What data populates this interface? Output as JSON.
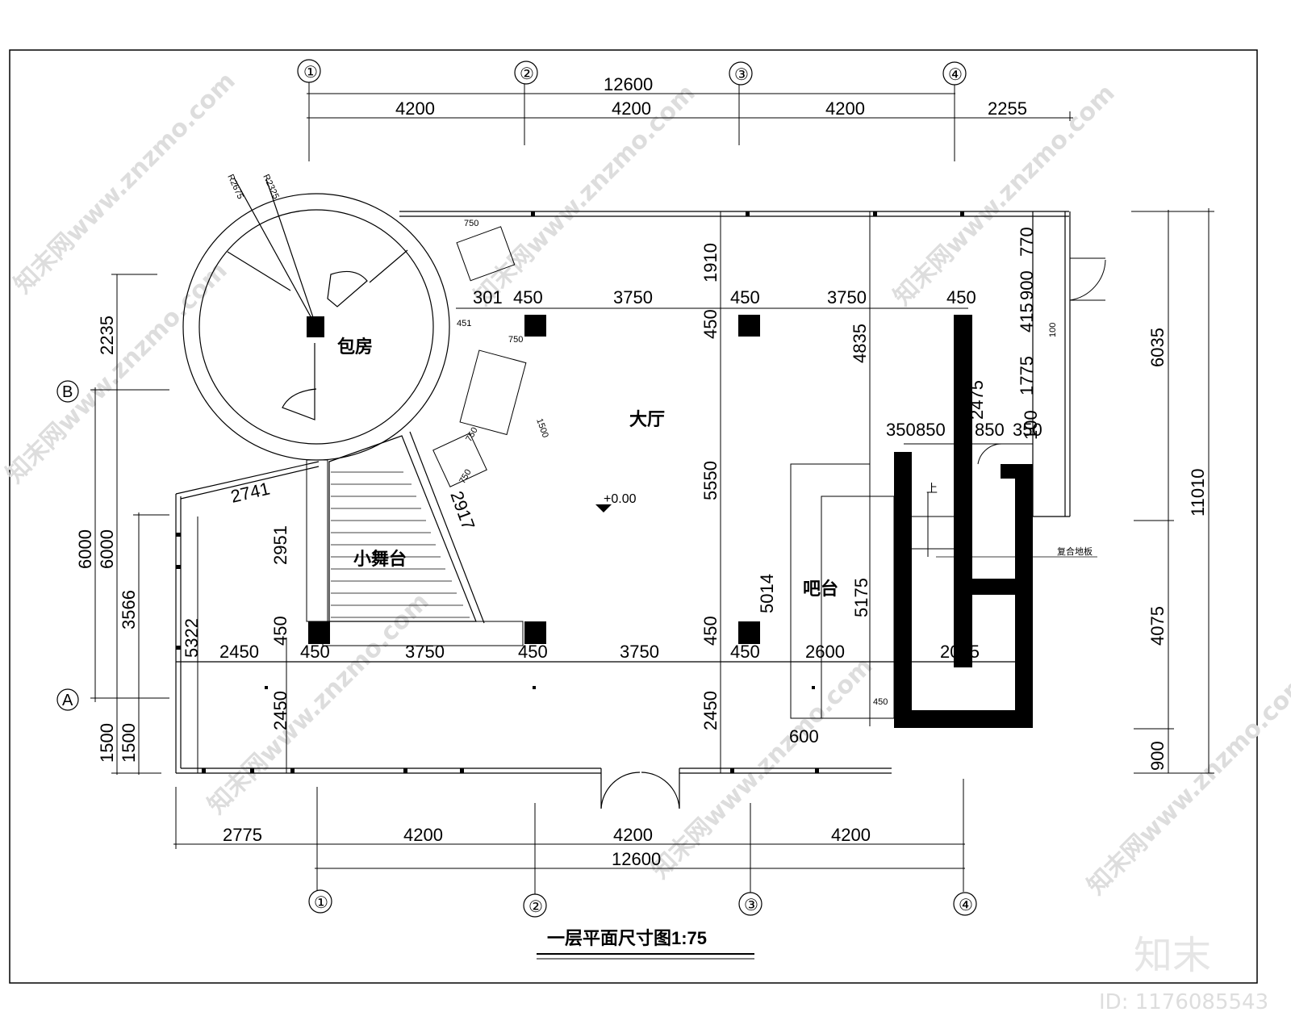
{
  "drawing": {
    "title": "一层平面尺寸图1:75",
    "rooms": {
      "private_room": "包房",
      "hall": "大厅",
      "stage": "小舞台",
      "bar": "吧台"
    },
    "elevation": "+0.00",
    "floor_note": "复合地板",
    "stair_up": "上",
    "axes_top": [
      "①",
      "②",
      "③",
      "④"
    ],
    "axes_bottom": [
      "①",
      "②",
      "③",
      "④"
    ],
    "axes_left": [
      "B",
      "A"
    ],
    "radii": [
      "R2675",
      "R2325"
    ],
    "dims": {
      "top_total": "12600",
      "top_bays": [
        "4200",
        "4200",
        "4200",
        "2255"
      ],
      "bottom_total": "12600",
      "bottom_bays": [
        "2775",
        "4200",
        "4200",
        "4200"
      ],
      "right_outer": [
        "6035",
        "4075",
        "900"
      ],
      "right_total": "11010",
      "left_outer": [
        "2235",
        "6000",
        "1500"
      ],
      "left_inner": [
        "6000",
        "3566",
        "1500"
      ],
      "row_upper": [
        "301",
        "450",
        "3750",
        "450",
        "3750",
        "450"
      ],
      "row_lower": [
        "2450",
        "450",
        "3750",
        "450",
        "3750",
        "450",
        "2600",
        "2035"
      ],
      "stair_row": [
        "350",
        "850",
        "850",
        "350"
      ],
      "v_1910": "1910",
      "v_4835": "4835",
      "v_5550": "5550",
      "v_2450_mid": "2450",
      "v_2450_left": "2450",
      "v_450_a": "450",
      "v_450_b": "450",
      "v_450_c": "450",
      "v_2951": "2951",
      "v_5322": "5322",
      "v_5014": "5014",
      "v_5175": "5175",
      "v_2475": "2475",
      "v_1775": "1775",
      "v_770": "770",
      "v_900": "900",
      "v_415": "415",
      "v_100a": "100",
      "v_100b": "100",
      "d_2741": "2741",
      "d_2917": "2917",
      "d_1500": "1500",
      "d_750_a": "750",
      "d_750_b": "750",
      "d_750_c": "750",
      "d_750_d": "750",
      "d_451": "451",
      "d_450_small": "450",
      "d_600": "600"
    }
  },
  "brand": {
    "logo": "知末",
    "id": "ID: 1176085543",
    "watermark": "知末网www.znzmo.com"
  }
}
